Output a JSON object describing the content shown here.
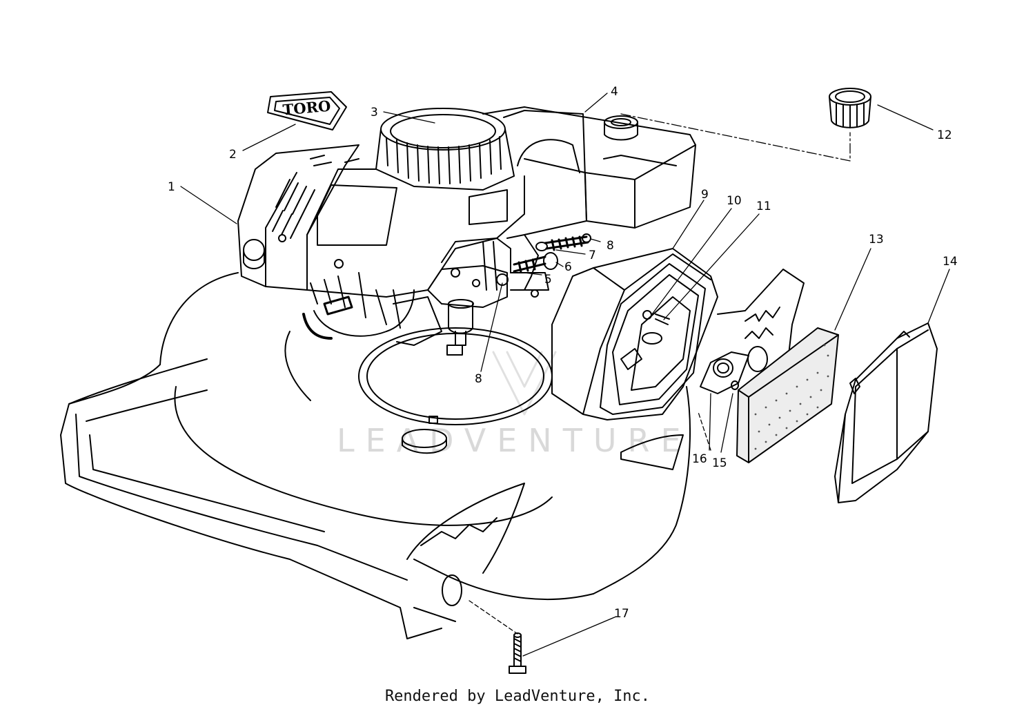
{
  "logo_plate": {
    "text": "TORO"
  },
  "watermark": {
    "text": "LEADVENTURE"
  },
  "callouts": {
    "c1": "1",
    "c2": "2",
    "c3": "3",
    "c4": "4",
    "c5": "5",
    "c6": "6",
    "c7": "7",
    "c8a": "8",
    "c8b": "8",
    "c9": "9",
    "c10": "10",
    "c11": "11",
    "c12": "12",
    "c13": "13",
    "c14": "14",
    "c15": "15",
    "c16": "16",
    "c17": "17"
  },
  "footer": {
    "text": "Rendered by LeadVenture, Inc."
  }
}
